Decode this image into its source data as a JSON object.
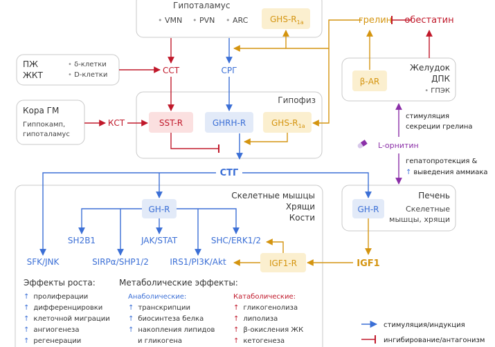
{
  "colors": {
    "blue": "#3b6fd6",
    "red": "#c0182a",
    "orange": "#d4940f",
    "purple": "#8b2fa8",
    "gray_text": "#444444",
    "box_border": "#c8c8c8",
    "blue_box": "#e2eaf8",
    "orange_box": "#fbefcf",
    "red_box": "#fbe0e0"
  },
  "hypothalamus": {
    "title": "Гипоталамус",
    "nuclei": [
      "VMN",
      "PVN",
      "ARC"
    ],
    "receptor": "GHS-R",
    "receptor_sub": "1a"
  },
  "ghrelin": "грелин",
  "obestatin": "обестатин",
  "pancreas_git": {
    "lines": [
      "ПЖ",
      "ЖКТ"
    ],
    "cells": [
      "δ-клетки",
      "D-клетки"
    ]
  },
  "sst": "ССТ",
  "srg": "СРГ",
  "stomach": {
    "title_lines": [
      "Желудок",
      "ДПК"
    ],
    "cells": "ГПЭК",
    "receptor": "β-AR"
  },
  "cortex": {
    "title": "Кора ГМ",
    "lines": [
      "Гиппокамп,",
      "гипоталамус"
    ]
  },
  "kst": "КСТ",
  "pituitary": {
    "title": "Гипофиз",
    "receptors": [
      "SST-R",
      "GHRH-R",
      "GHS-R"
    ],
    "receptor_sub": "1a"
  },
  "ghrelin_stim": [
    "стимуляция",
    "секреции грелина"
  ],
  "ornithine": "L-орнитин",
  "liver_effects": {
    "line1": "гепатопротекция &",
    "line2": "выведения аммиака",
    "arrow": "↑"
  },
  "stg": "СТГ",
  "tissues": {
    "title_lines": [
      "Скелетные мышцы",
      "Хрящи",
      "Кости"
    ],
    "receptor": "GH-R"
  },
  "liver": {
    "title": "Печень",
    "lines": [
      "Скелетные",
      "мышцы, хрящи"
    ],
    "receptor": "GH-R"
  },
  "pathways": [
    "SH2B1",
    "JAK/STAT",
    "SHC/ERK1/2",
    "SFK/JNK",
    "SIRPα/SHP1/2",
    "IRS1/PI3K/Akt"
  ],
  "igf1r": "IGF1-R",
  "igf1": "IGF1",
  "growth": {
    "title": "Эффекты роста:",
    "items": [
      "пролиферации",
      "дифференцировки",
      "клеточной миграции",
      "ангиогенеза",
      "регенерации"
    ]
  },
  "metabolic": {
    "title": "Метаболические эффекты:",
    "anabolic_title": "Анаболические:",
    "anabolic_items": [
      "транскрипции",
      "биосинтеза белка",
      "накопления липидов",
      "и гликогена"
    ],
    "catabolic_title": "Катаболические:",
    "catabolic_items": [
      "гликогенолиза",
      "липолиза",
      "β-окисления ЖК",
      "кетогенеза"
    ]
  },
  "up_arrow": "↑",
  "legend": {
    "stim": "стимуляция/индукция",
    "inhib": "ингибирование/антагонизм"
  }
}
